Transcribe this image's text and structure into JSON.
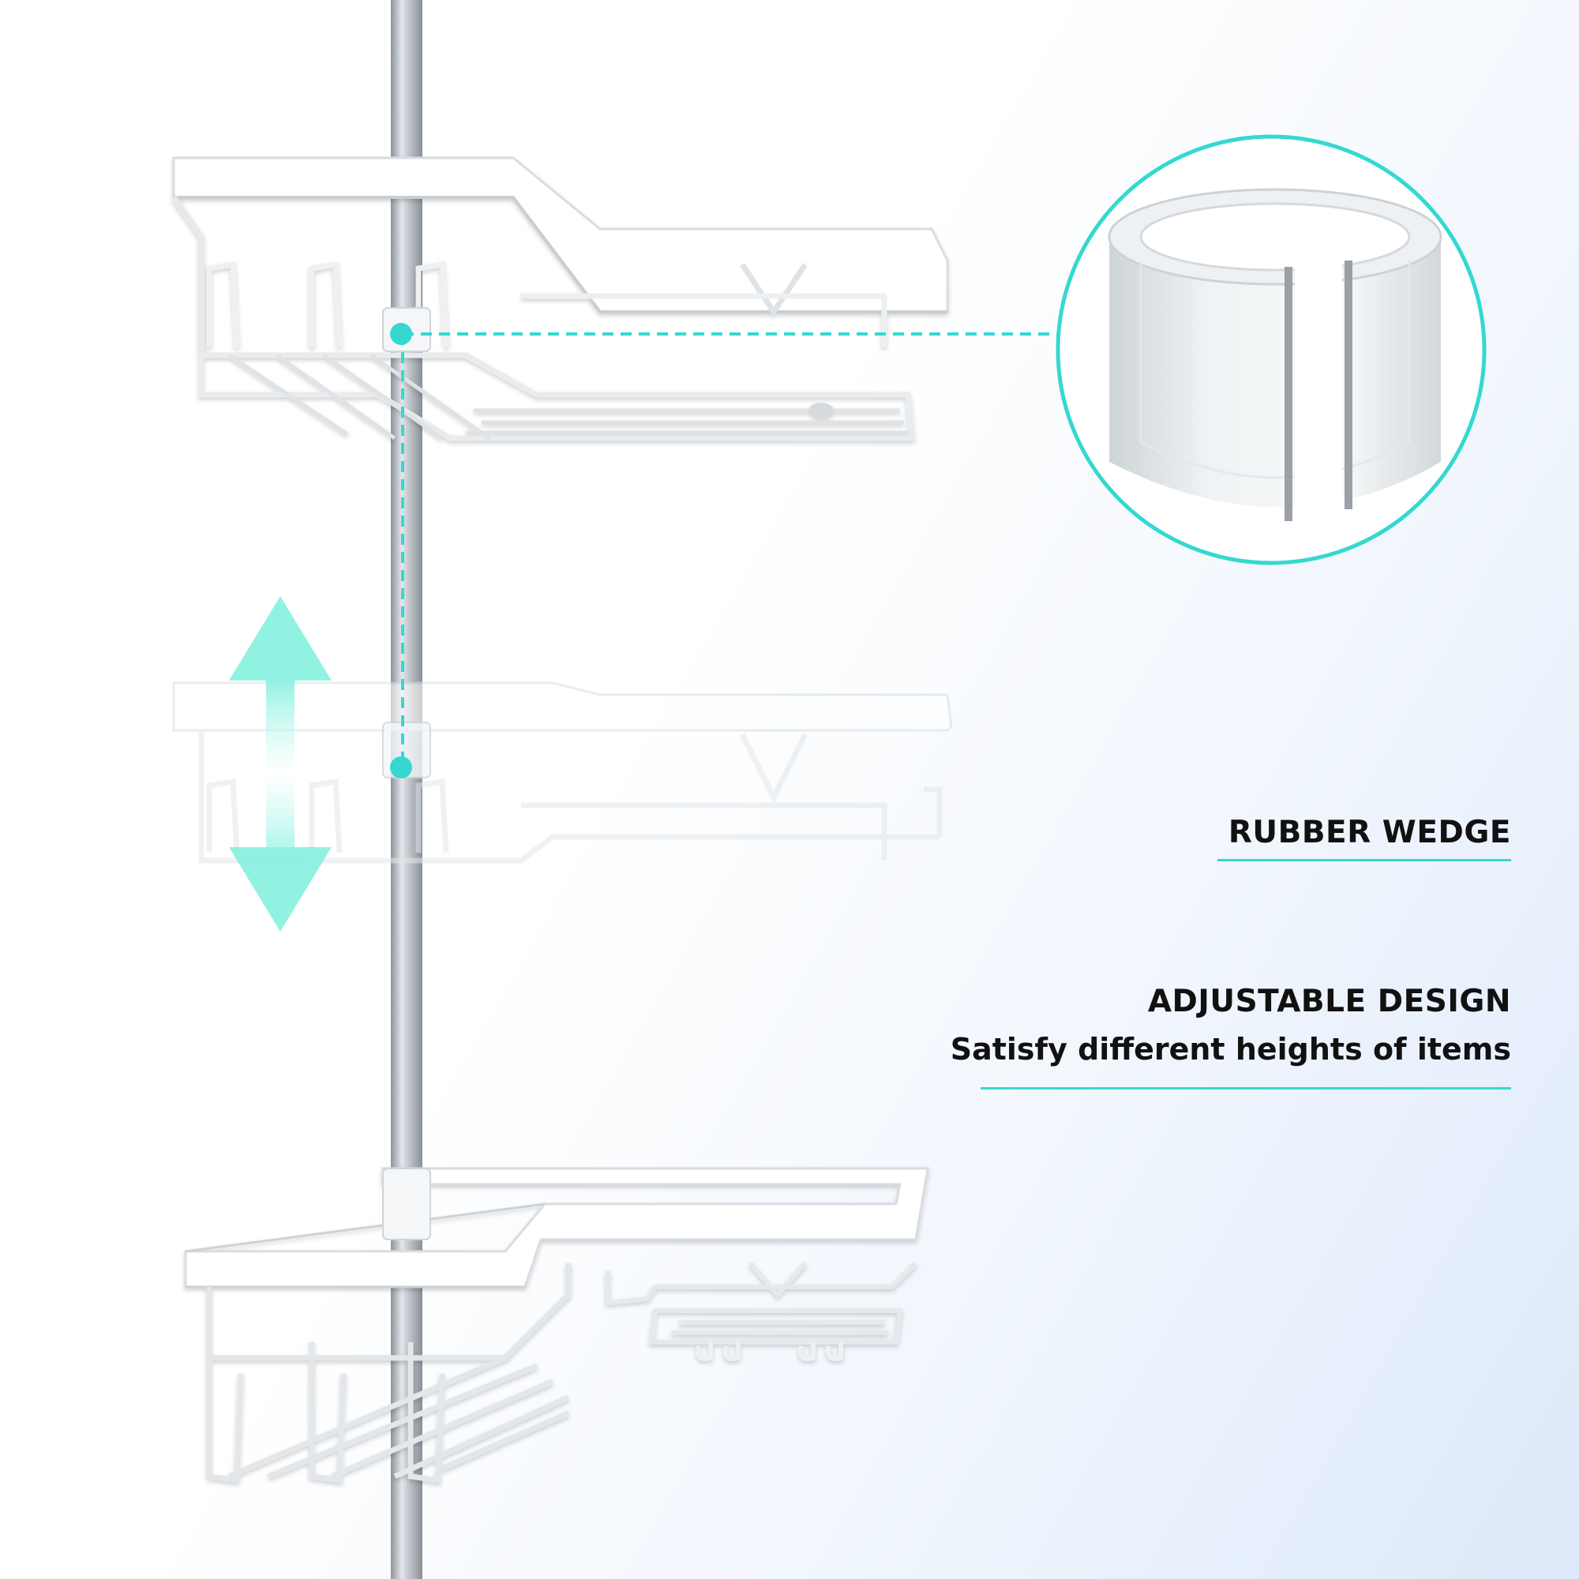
{
  "labels": {
    "rubber_wedge": "RUBBER WEDGE",
    "adjustable_title": "ADJUSTABLE DESIGN",
    "adjustable_sub": "Satisfy different heights of items"
  },
  "colors": {
    "accent": "#35d8d0",
    "arrow": "#7ff0dd",
    "pole": "#a9afb6",
    "shelf": "#ffffff",
    "text": "#111111"
  },
  "icons": {
    "adjust_arrow": "double-vertical-arrow-icon",
    "wedge": "rubber-wedge-icon"
  }
}
